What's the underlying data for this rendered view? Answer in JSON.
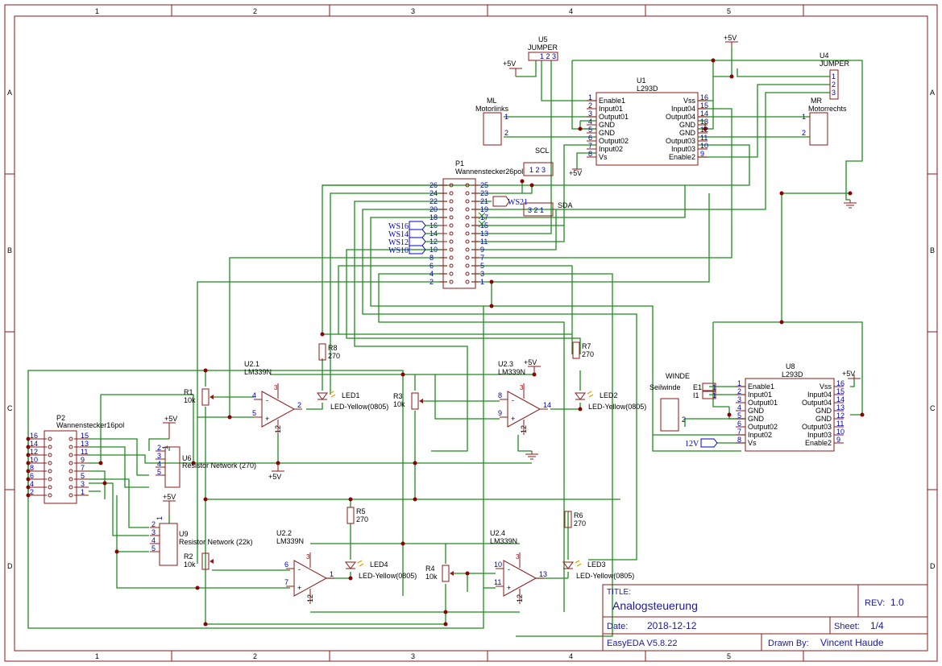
{
  "grid": {
    "cols": [
      "1",
      "2",
      "3",
      "4",
      "5"
    ],
    "rows": [
      "A",
      "B",
      "C",
      "D"
    ]
  },
  "title_block": {
    "title_label": "TITLE:",
    "title": "Analogsteuerung",
    "rev_label": "REV:",
    "rev": "1.0",
    "date_label": "Date:",
    "date": "2018-12-12",
    "sheet_label": "Sheet:",
    "sheet": "1/4",
    "tool": "EasyEDA V5.8.22",
    "drawn_label": "Drawn By:",
    "drawn_by": "Vincent Haude"
  },
  "power": {
    "p5v": "+5V",
    "p12v": "12V"
  },
  "u5": {
    "ref": "U5",
    "name": "JUMPER",
    "pins": "1 2 3"
  },
  "u4": {
    "ref": "U4",
    "name": "JUMPER",
    "pins": [
      "1",
      "2",
      "3"
    ]
  },
  "u1": {
    "ref": "U1",
    "name": "L293D",
    "left_pins": [
      [
        "1",
        "Enable1"
      ],
      [
        "2",
        "Input01"
      ],
      [
        "3",
        "Output01"
      ],
      [
        "4",
        "GND"
      ],
      [
        "5",
        "GND"
      ],
      [
        "6",
        "Output02"
      ],
      [
        "7",
        "Input02"
      ],
      [
        "8",
        "Vs"
      ]
    ],
    "right_pins": [
      [
        "16",
        "Vss"
      ],
      [
        "15",
        "Input04"
      ],
      [
        "14",
        "Output04"
      ],
      [
        "13",
        "GND"
      ],
      [
        "12",
        "GND"
      ],
      [
        "11",
        "Output03"
      ],
      [
        "10",
        "Input03"
      ],
      [
        "9",
        "Enable2"
      ]
    ]
  },
  "u8": {
    "ref": "U8",
    "name": "L293D",
    "left_pins": [
      [
        "1",
        "Enable1"
      ],
      [
        "2",
        "Input01"
      ],
      [
        "3",
        "Output01"
      ],
      [
        "4",
        "GND"
      ],
      [
        "5",
        "GND"
      ],
      [
        "6",
        "Output02"
      ],
      [
        "7",
        "Input02"
      ],
      [
        "8",
        "Vs"
      ]
    ],
    "right_pins": [
      [
        "16",
        "Vss"
      ],
      [
        "15",
        "Input04"
      ],
      [
        "14",
        "Output04"
      ],
      [
        "13",
        "GND"
      ],
      [
        "12",
        "GND"
      ],
      [
        "11",
        "Output03"
      ],
      [
        "10",
        "Input03"
      ],
      [
        "9",
        "Enable2"
      ]
    ]
  },
  "ml": {
    "ref": "ML",
    "name": "Motorlinks",
    "p1": "1",
    "p2": "2"
  },
  "mr": {
    "ref": "MR",
    "name": "Motorrechts",
    "p1": "1",
    "p2": "2"
  },
  "winde": {
    "ref": "WINDE",
    "name": "Seilwinde",
    "p2": "2",
    "e1": "E1",
    "i1": "I1",
    "one": "1"
  },
  "scl": {
    "ref": "SCL",
    "pins": "1 2 3"
  },
  "sda": {
    "ref": "SDA",
    "pins": "3 2 1"
  },
  "p1": {
    "ref": "P1",
    "name": "Wannenstecker26pol",
    "left": [
      "26",
      "24",
      "22",
      "20",
      "18",
      "16",
      "14",
      "12",
      "10",
      "8",
      "6",
      "4",
      "2"
    ],
    "right": [
      "25",
      "23",
      "21",
      "19",
      "17",
      "15",
      "13",
      "11",
      "9",
      "7",
      "5",
      "3",
      "1"
    ]
  },
  "p1_ports": [
    "WS16",
    "WS14",
    "WS12",
    "WS10"
  ],
  "ws21": "WS21",
  "p2": {
    "ref": "P2",
    "name": "Wannenstecker16pol",
    "left": [
      "16",
      "14",
      "12",
      "10",
      "8",
      "6",
      "4",
      "2"
    ],
    "right": [
      "15",
      "13",
      "11",
      "9",
      "7",
      "5",
      "3",
      "1"
    ]
  },
  "u6": {
    "ref": "U6",
    "name": "Resistor Network (270)",
    "pins": [
      "1",
      "2",
      "3",
      "4",
      "5"
    ]
  },
  "u9": {
    "ref": "U9",
    "name": "Resistor Network (22k)",
    "pins": [
      "1",
      "2",
      "3",
      "4",
      "5"
    ]
  },
  "opamps": [
    {
      "ref": "U2.1",
      "name": "LM339N",
      "minus": "4",
      "plus": "5",
      "out": "2",
      "vp": "3",
      "vn": "12"
    },
    {
      "ref": "U2.3",
      "name": "LM339N",
      "minus": "8",
      "plus": "9",
      "out": "14",
      "vp": "3",
      "vn": "12"
    },
    {
      "ref": "U2.2",
      "name": "LM339N",
      "minus": "6",
      "plus": "7",
      "out": "1",
      "vp": "3",
      "vn": "12"
    },
    {
      "ref": "U2.4",
      "name": "LM339N",
      "minus": "10",
      "plus": "11",
      "out": "13",
      "vp": "3",
      "vn": "12"
    }
  ],
  "pots": [
    {
      "ref": "R1",
      "val": "10k"
    },
    {
      "ref": "R3",
      "val": "10k"
    },
    {
      "ref": "R2",
      "val": "10k"
    },
    {
      "ref": "R4",
      "val": "10k"
    }
  ],
  "resistors": [
    {
      "ref": "R8",
      "val": "270"
    },
    {
      "ref": "R7",
      "val": "270"
    },
    {
      "ref": "R5",
      "val": "270"
    },
    {
      "ref": "R6",
      "val": "270"
    }
  ],
  "leds": [
    {
      "ref": "LED1",
      "val": "LED-Yellow(0805)"
    },
    {
      "ref": "LED2",
      "val": "LED-Yellow(0805)"
    },
    {
      "ref": "LED4",
      "val": "LED-Yellow(0805)"
    },
    {
      "ref": "LED3",
      "val": "LED-Yellow(0805)"
    }
  ],
  "op_marks": {
    "minus": "-",
    "plus": "+"
  }
}
